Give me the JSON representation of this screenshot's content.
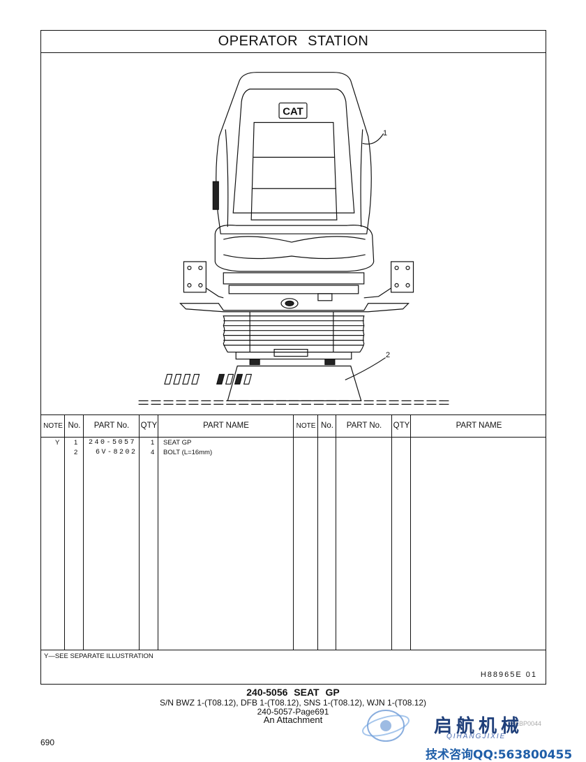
{
  "title": "OPERATOR STATION",
  "callouts": [
    "1",
    "2"
  ],
  "table": {
    "headers": [
      "NOTE",
      "No.",
      "PART No.",
      "QTY",
      "PART NAME"
    ],
    "rows": [
      {
        "note": "Y",
        "no": "1",
        "part_no": "240-5057",
        "qty": "1",
        "name": "SEAT GP"
      },
      {
        "note": "",
        "no": "2",
        "part_no": "6V-8202",
        "qty": "4",
        "name": "BOLT (L=16mm)"
      }
    ],
    "footnote": "Y—SEE SEPARATE ILLUSTRATION",
    "illustration_ref": "H88965E   01"
  },
  "caption": {
    "line1": "240-5056  SEAT  GP",
    "line2": "S/N BWZ 1-(T08.12), DFB 1-(T08.12), SNS 1-(T08.12), WJN 1-(T08.12)",
    "line3": "240-5057-Page691",
    "line4": "An Attachment"
  },
  "page_number": "690",
  "watermark": {
    "code": "XEBP0044",
    "brand_cn": "启航机械",
    "brand_pinyin": "QIHANGJIXIE",
    "contact": "技术咨询QQ:563800455"
  }
}
